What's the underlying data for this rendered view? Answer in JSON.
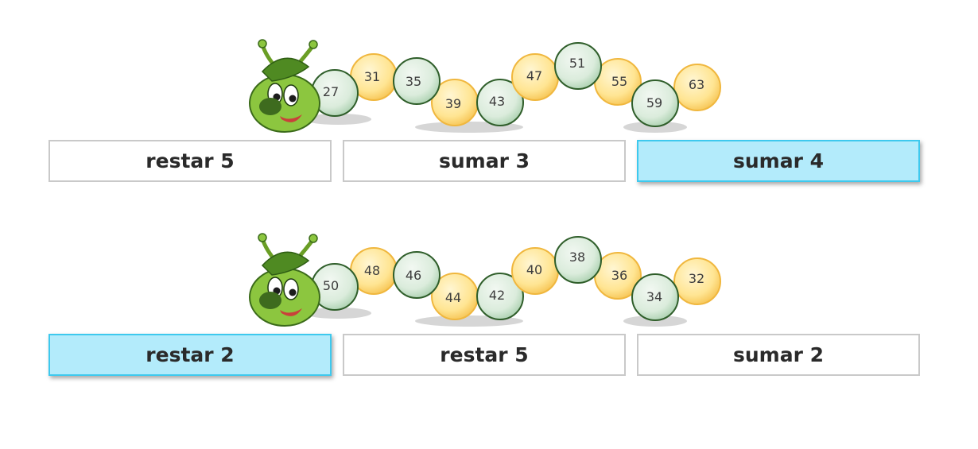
{
  "colors": {
    "selected_bg": "#b3ebfb",
    "selected_border": "#3ec9ee",
    "option_border": "#c9c9c9",
    "ball_green": "#d4ead6",
    "ball_yellow": "#ffe08a",
    "caterpillar_body": "#8cc63f"
  },
  "exercises": [
    {
      "sequence": [
        "27",
        "31",
        "35",
        "39",
        "43",
        "47",
        "51",
        "55",
        "59",
        "63"
      ],
      "options": [
        "restar 5",
        "sumar 3",
        "sumar 4"
      ],
      "selected_option": "sumar 4"
    },
    {
      "sequence": [
        "50",
        "48",
        "46",
        "44",
        "42",
        "40",
        "38",
        "36",
        "34",
        "32"
      ],
      "options": [
        "restar 2",
        "restar 5",
        "sumar 2"
      ],
      "selected_option": "restar 2"
    }
  ]
}
